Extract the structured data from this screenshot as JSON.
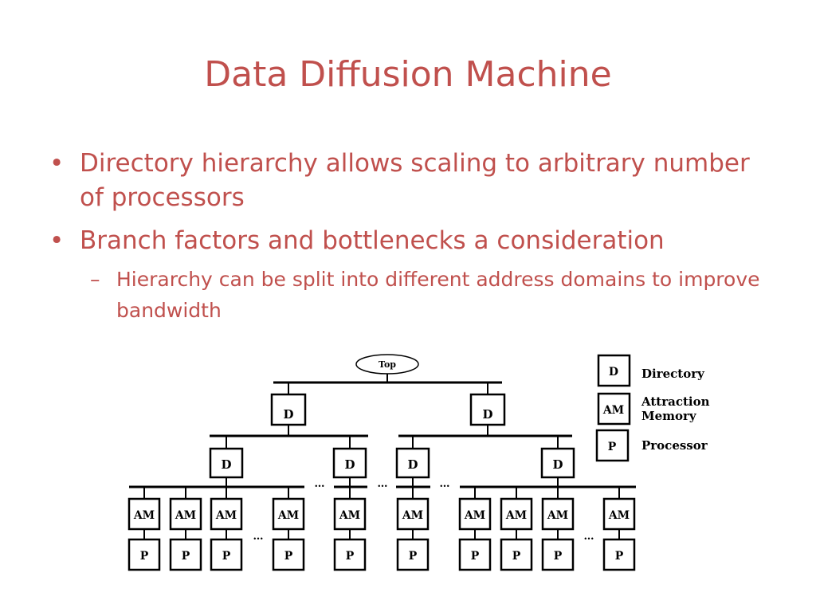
{
  "slide": {
    "title": "Data Diffusion Machine",
    "bullets": [
      "Directory hierarchy allows scaling to arbitrary number of processors",
      "Branch factors and bottlenecks a consideration"
    ],
    "sub_bullets": [
      "Hierarchy can be split into different address domains to improve bandwidth"
    ],
    "bullet_glyph": "•",
    "sub_bullet_glyph": "–"
  },
  "diagram": {
    "top_label": "Top",
    "directory_label": "D",
    "attraction_memory_label": "AM",
    "processor_label": "P",
    "ellipsis": "…",
    "legend": {
      "directory": "Directory",
      "attraction_memory_line1": "Attraction",
      "attraction_memory_line2": "Memory",
      "processor": "Processor"
    }
  },
  "colors": {
    "title": "#c0504d",
    "text": "#c0504d",
    "diagram_stroke": "#000000"
  }
}
